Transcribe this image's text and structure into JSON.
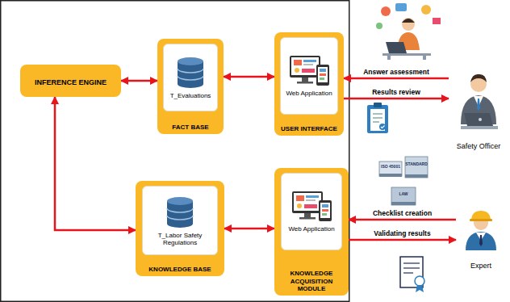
{
  "diagram": {
    "nodes": [
      {
        "text": [
          "INFERENCE ENGINE"
        ]
      },
      {
        "text": [
          "FACT BASE"
        ]
      },
      {
        "text": [
          "T_Evaluations"
        ],
        "in": 1
      },
      {
        "text": [
          "USER INTERFACE"
        ]
      },
      {
        "text": [
          "Web Application"
        ],
        "in": 3
      },
      {
        "text": [
          "Safety Officer"
        ]
      },
      {
        "text": [
          "KNOWLEDGE BASE"
        ]
      },
      {
        "text": [
          "T_Labor Safety Regulations"
        ],
        "in": 6
      },
      {
        "text": [
          "KNOWLEDGE ACQUISITION MODULE"
        ]
      },
      {
        "text": [
          "Web Application"
        ],
        "in": 8
      },
      {
        "text": [
          "Expert"
        ]
      }
    ],
    "edges": [
      {
        "from": 0,
        "to": 1,
        "arrow": "both"
      },
      {
        "from": 1,
        "to": 3,
        "arrow": "both"
      },
      {
        "from": 5,
        "to": 3,
        "label": "Answer assessment",
        "arrow": "to"
      },
      {
        "from": 3,
        "to": 5,
        "label": "Results review",
        "arrow": "to"
      },
      {
        "from": 0,
        "to": 6,
        "arrow": "both"
      },
      {
        "from": 6,
        "to": 8,
        "arrow": "both"
      },
      {
        "from": 10,
        "to": 8,
        "label": "Checklist creation",
        "arrow": "to"
      },
      {
        "from": 8,
        "to": 10,
        "label": "Validating results",
        "arrow": "to"
      }
    ],
    "labels": [
      "ISO 45001",
      "STANDARD",
      "LAW"
    ]
  }
}
